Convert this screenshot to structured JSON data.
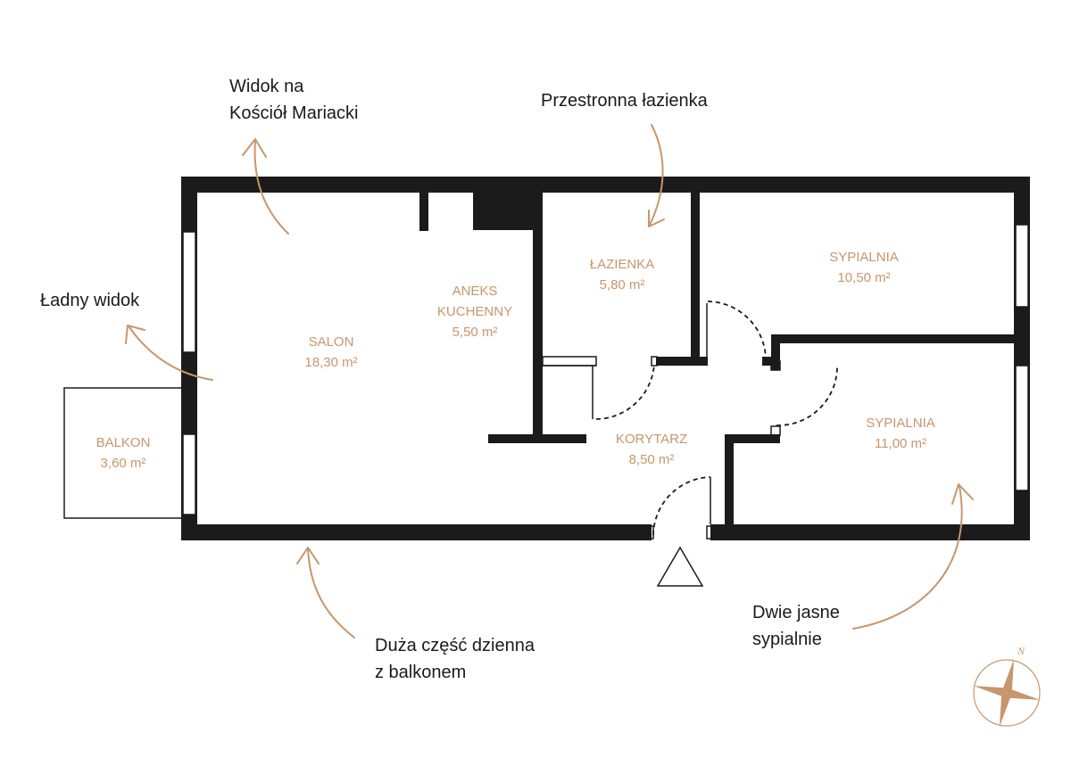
{
  "annotations": {
    "church_view": [
      "Widok na",
      "Kościół Mariacki"
    ],
    "bathroom_note": "Przestronna łazienka",
    "nice_view": "Ładny widok",
    "day_area": [
      "Duża część dzienna",
      "z balkonem"
    ],
    "bedrooms_note": [
      "Dwie jasne",
      "sypialnie"
    ]
  },
  "rooms": {
    "salon": {
      "name": "SALON",
      "area": "18,30 m²"
    },
    "kitchen": {
      "name_line1": "ANEKS",
      "name_line2": "KUCHENNY",
      "area": "5,50 m²"
    },
    "bathroom": {
      "name": "ŁAZIENKA",
      "area": "5,80 m²"
    },
    "bedroom1": {
      "name": "SYPIALNIA",
      "area": "10,50 m²"
    },
    "bedroom2": {
      "name": "SYPIALNIA",
      "area": "11,00 m²"
    },
    "hallway": {
      "name": "KORYTARZ",
      "area": "8,50 m²"
    },
    "balcony": {
      "name": "BALKON",
      "area": "3,60 m²"
    }
  },
  "compass": {
    "north_label": "N",
    "icon": "compass-rose-icon"
  },
  "colors": {
    "accent": "#c7966b",
    "wall": "#1b1b1b",
    "text": "#1a1a1a"
  }
}
